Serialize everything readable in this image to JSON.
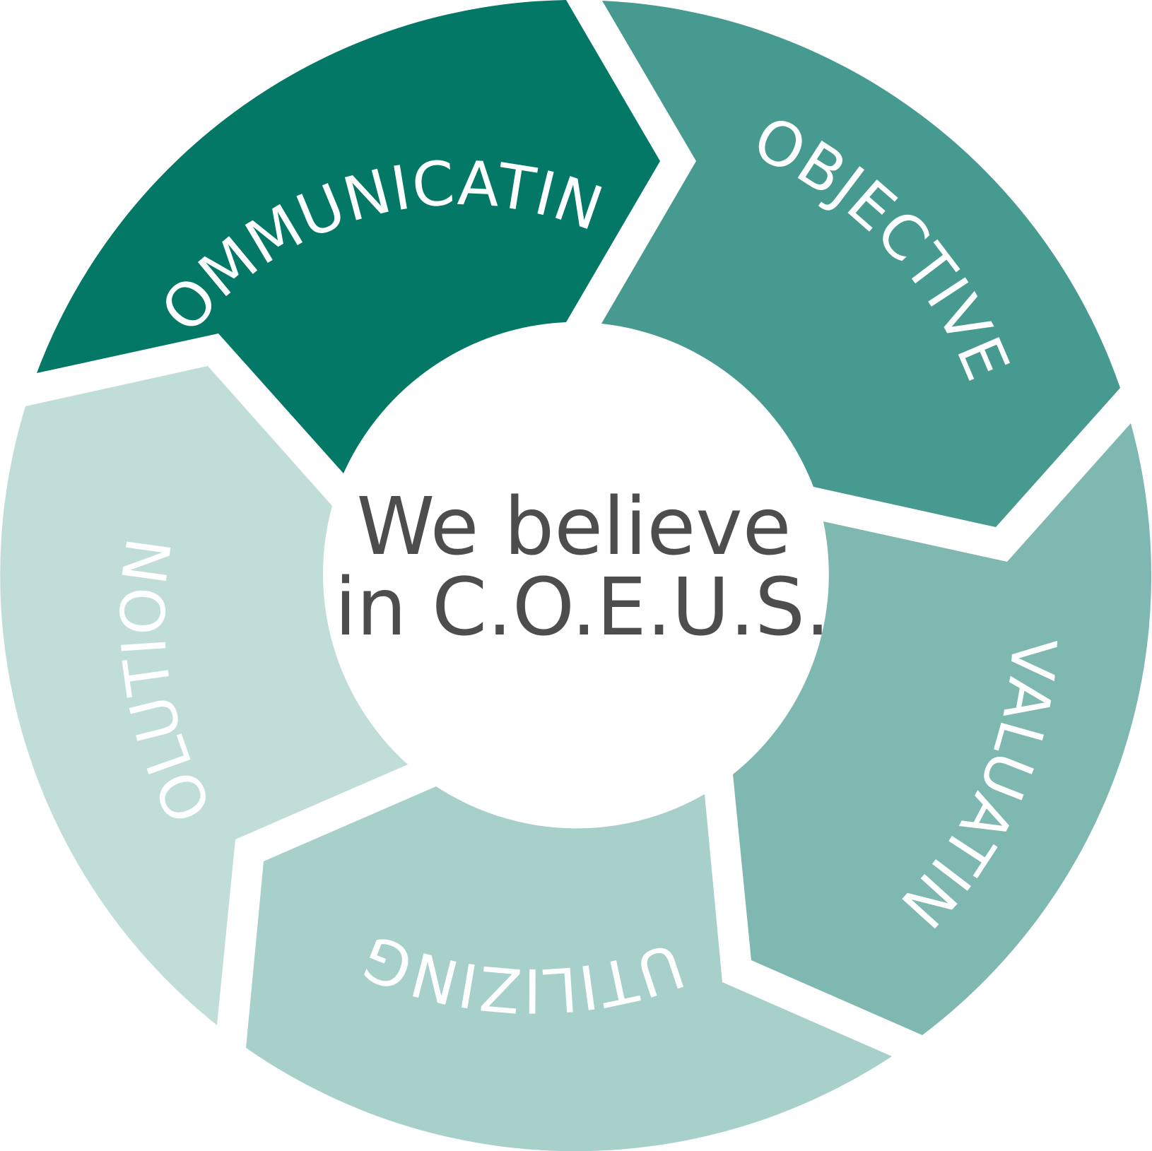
{
  "diagram": {
    "center_lines": [
      "We believe",
      "in C.O.E.U.S."
    ],
    "segments": [
      {
        "label": "COMMUNICATING",
        "color": "#037866"
      },
      {
        "label": "OBJECTIVES",
        "color": "#479a8f"
      },
      {
        "label": "EVALUATING",
        "color": "#7fb8b0"
      },
      {
        "label": "UTILIZING",
        "color": "#a7d0cb"
      },
      {
        "label": "SOLUTIONS",
        "color": "#c1ddd8"
      }
    ]
  }
}
